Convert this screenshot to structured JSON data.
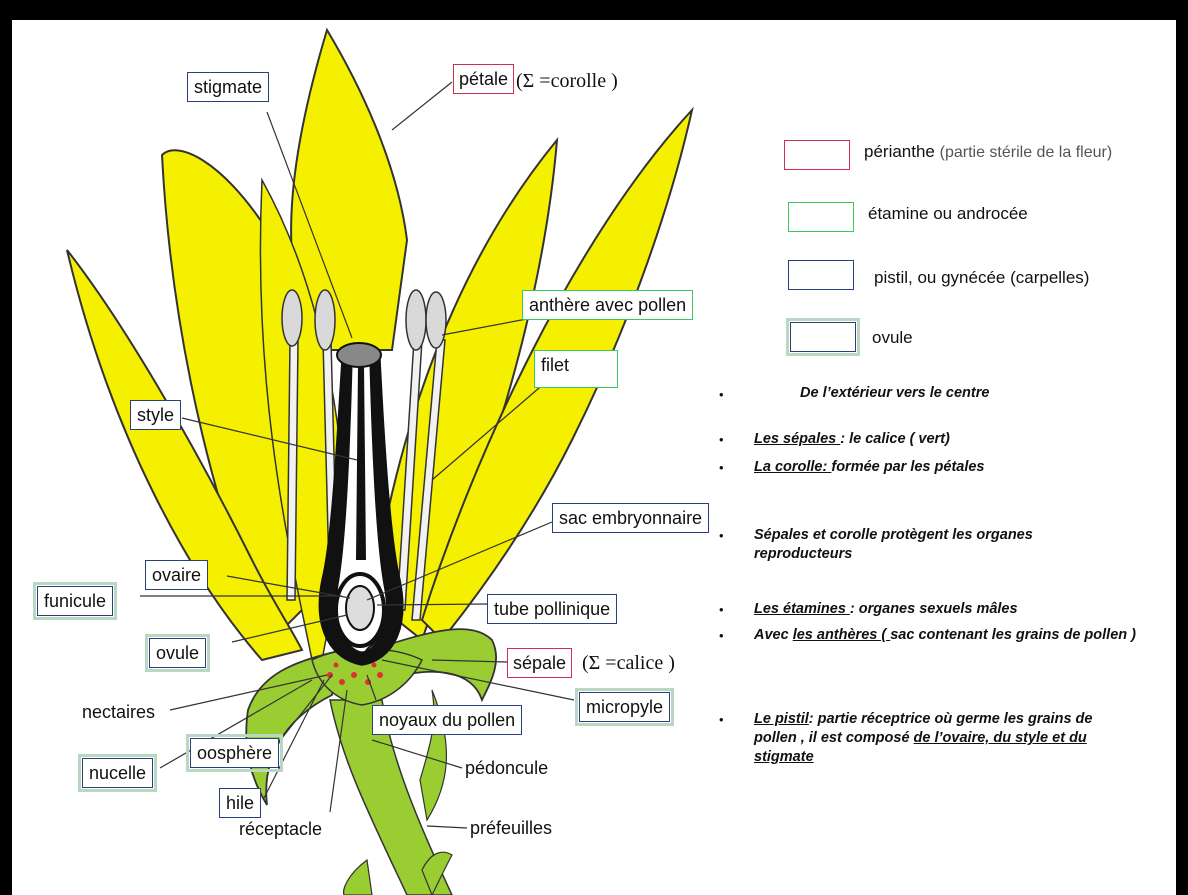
{
  "labels": {
    "stigmate": "stigmate",
    "petale": "pétale",
    "petale_sigma": "(Σ =corolle )",
    "anthere": "anthère avec pollen",
    "filet": "filet",
    "style": "style",
    "sac": "sac embryonnaire",
    "ovaire": "ovaire",
    "funicule": "funicule",
    "tube": "tube pollinique",
    "ovule": "ovule",
    "sepale": "sépale",
    "sepale_sigma": "(Σ =calice )",
    "nectaires": "nectaires",
    "micropyle": "micropyle",
    "noyaux": "noyaux du pollen",
    "oosphere": "oosphère",
    "nucelle": "nucelle",
    "pedoncule": "pédoncule",
    "hile": "hile",
    "receptacle": "réceptacle",
    "prefeuilles": "préfeuilles"
  },
  "legend": [
    {
      "label": "périanthe",
      "sub": "(partie stérile de la fleur)",
      "color": "#d03050"
    },
    {
      "label": "étamine ou androcée",
      "sub": "",
      "color": "#3cc85a"
    },
    {
      "label": "pistil, ou gynécée (carpelles)",
      "sub": "",
      "color": "#2b3f7a"
    },
    {
      "label": "ovule",
      "sub": "",
      "color": "#2b3f7a"
    }
  ],
  "notes": {
    "n1": "De l’extérieur vers le centre",
    "n2_u": "Les sépales ",
    "n2_r": ": le calice ( vert)",
    "n3_u": "La corolle:  ",
    "n3_r": "formée par les pétales",
    "n4": "Sépales et corolle protègent les organes reproducteurs",
    "n5_u": "Les étamines ",
    "n5_r": ": organes sexuels mâles",
    "n6_a": "Avec ",
    "n6_u": "les anthères ( ",
    "n6_r": "sac contenant les grains de pollen )",
    "n7_u1": "Le pistil",
    "n7_r1": ": partie réceptrice où germe les grains de pollen , il est composé ",
    "n7_u2": "de l’ovaire, du style et du stigmate"
  },
  "colors": {
    "petal": "#f5f000",
    "sepal": "#9acd32",
    "stamen": "#f2f2f2",
    "frame": "#000000",
    "perianthe": "#d03050",
    "etamine": "#3cc85a",
    "pistil": "#2b3f7a"
  }
}
